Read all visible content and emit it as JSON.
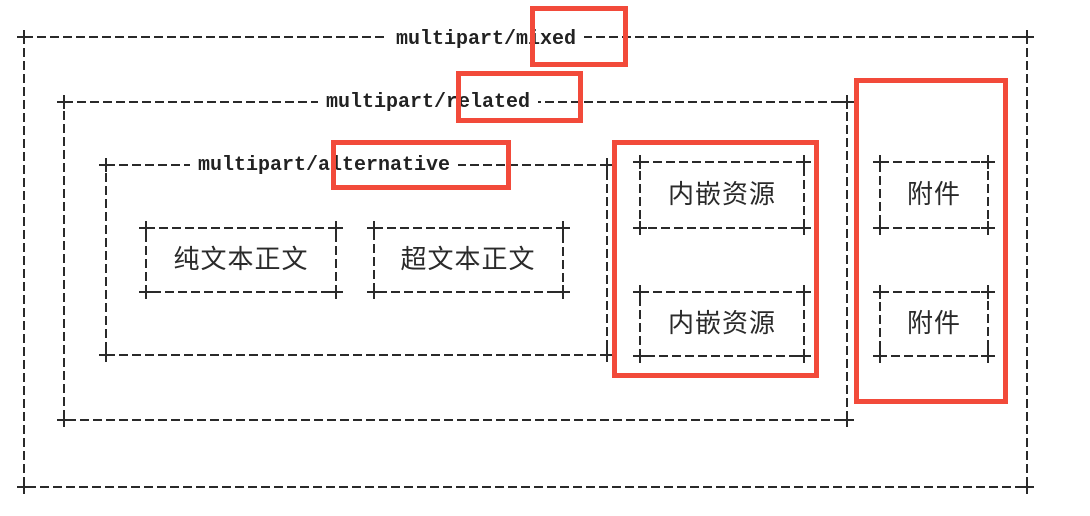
{
  "diagram": {
    "title": "MIME multipart structure",
    "containers": [
      {
        "id": "mixed",
        "label": "multipart/mixed",
        "highlight": "mixed"
      },
      {
        "id": "related",
        "label": "multipart/related",
        "highlight": "related"
      },
      {
        "id": "alternative",
        "label": "multipart/alternative",
        "highlight": "alternative"
      }
    ],
    "labels": {
      "mixed": "multipart/mixed",
      "related": "multipart/related",
      "alternative": "multipart/alternative"
    },
    "leaves": {
      "plain_text": "纯文本正文",
      "rich_text": "超文本正文",
      "embedded_1": "内嵌资源",
      "embedded_2": "内嵌资源",
      "attachment_1": "附件",
      "attachment_2": "附件"
    },
    "colors": {
      "line": "#2a2a2a",
      "highlight": "#f24a3a",
      "background": "#ffffff"
    }
  }
}
